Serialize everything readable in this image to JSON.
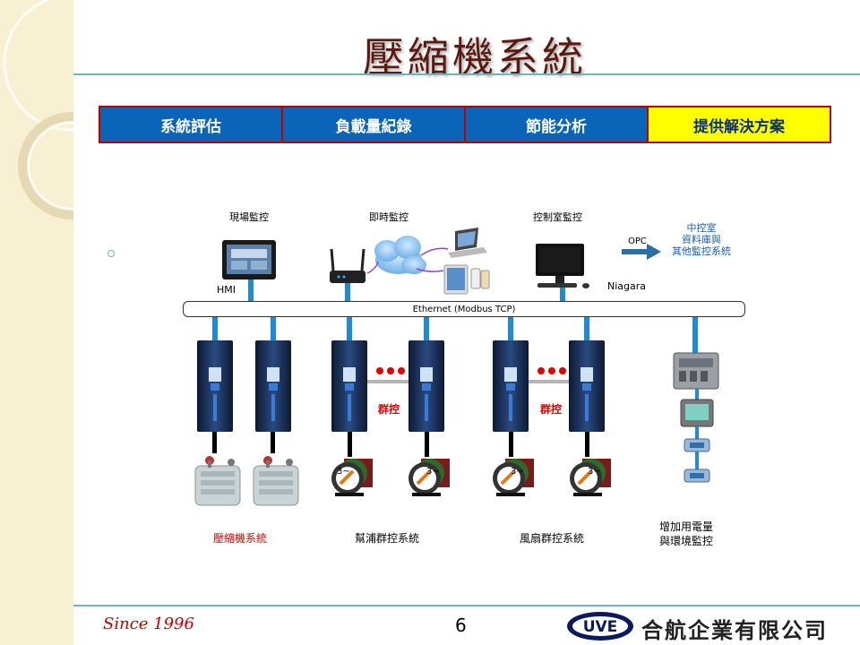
{
  "title": "壓縮機系統",
  "tabs": [
    "系統評估",
    "負載量紀錄",
    "節能分析",
    "提供解決方案"
  ],
  "diagram": {
    "top_labels": {
      "onsite": "現場監控",
      "realtime": "即時監控",
      "control_room": "控制室監控",
      "hmi": "HMI",
      "opc": "OPC",
      "niagara": "Niagara",
      "central": [
        "中控室",
        "資料庫與",
        "其他監控系統"
      ]
    },
    "ethernet": "Ethernet (Modbus TCP)",
    "group_control": "群控",
    "systems": {
      "compressor": "壓縮機系統",
      "pump": "幫浦群控系統",
      "fan": "風扇群控系統",
      "metering": [
        "增加用電量",
        "與環境監控"
      ]
    },
    "motor_mark": "3~"
  },
  "footer": {
    "since": "Since 1996",
    "page": "6",
    "logo_text": "UVE",
    "company": "合航企業有限公司"
  },
  "colors": {
    "tab_blue": "#0a64b7",
    "tab_highlight": "#ffff00",
    "border_red": "#c00000",
    "connector_blue": "#1f8ad6",
    "drive_dark": "#1b2b4a"
  }
}
